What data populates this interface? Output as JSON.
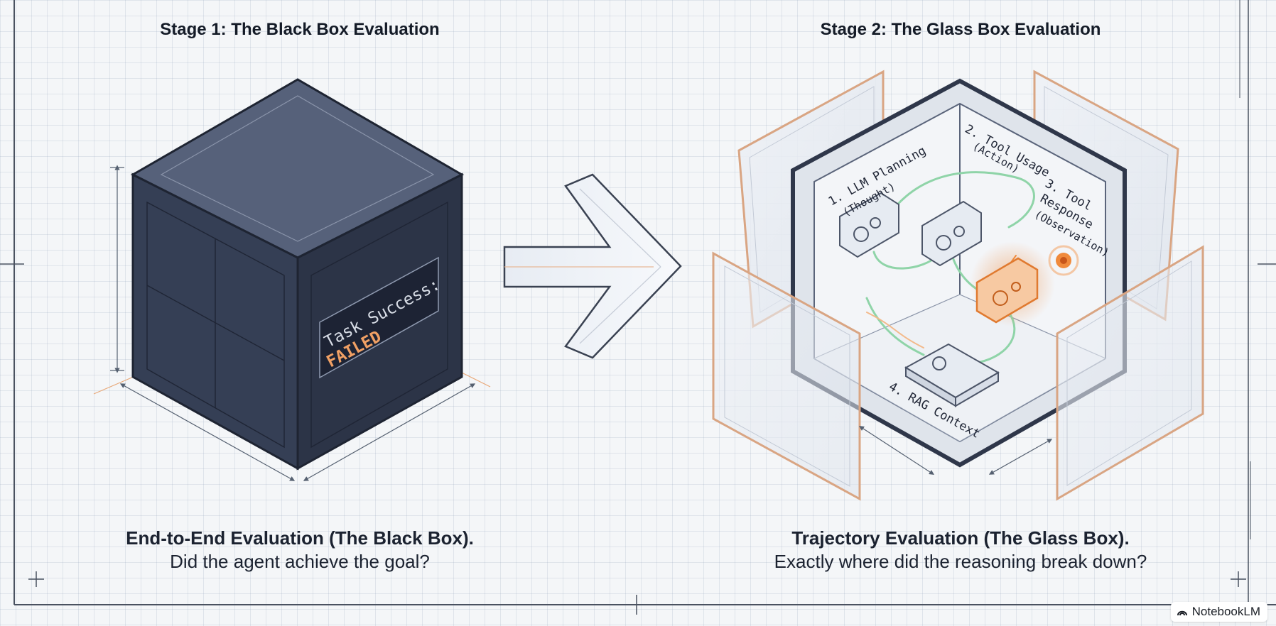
{
  "stage1": {
    "title": "Stage 1: The Black Box Evaluation",
    "screen_line1": "Task Success:",
    "screen_line2": "FAILED",
    "caption_title": "End-to-End Evaluation (The Black Box).",
    "caption_sub": "Did the agent achieve the goal?"
  },
  "stage2": {
    "title": "Stage 2: The Glass Box Evaluation",
    "steps": {
      "step1_line1": "1. LLM Planning",
      "step1_line2": "(Thought)",
      "step2_line1": "2. Tool Usage",
      "step2_line2": "(Action)",
      "step3_line1": "3. Tool",
      "step3_line2": "Response",
      "step3_line3": "(Observation)",
      "step4": "4. RAG Context"
    },
    "caption_title": "Trajectory Evaluation (The Glass Box).",
    "caption_sub": "Exactly where did the reasoning break down?"
  },
  "watermark": "NotebookLM",
  "colors": {
    "box_dark": "#3d4861",
    "failed_orange": "#f0a064",
    "trace_green": "#8fd4a8",
    "highlight_orange": "#f08a3c",
    "frame_peach": "#e8b898"
  }
}
